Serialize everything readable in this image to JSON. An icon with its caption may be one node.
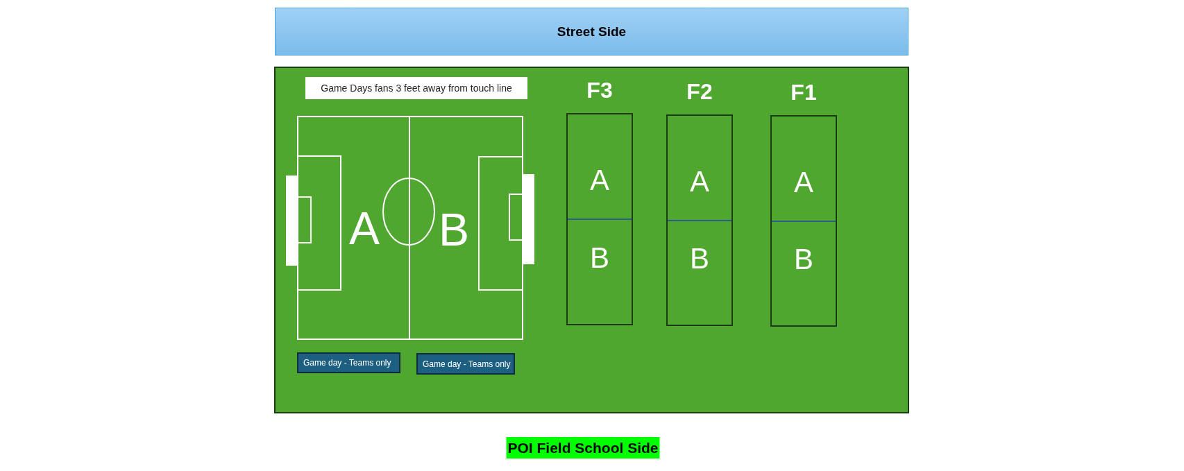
{
  "diagram": {
    "nodes": [
      {
        "text": [
          "Street Side"
        ]
      },
      {
        "text": [],
        "shape": "box"
      },
      {
        "text": [
          "Game Days fans 3 feet away from touch line"
        ],
        "in": 1
      },
      {
        "text": [
          "F3",
          "A",
          "B"
        ],
        "in": 1
      },
      {
        "text": [
          "F2",
          "A",
          "B"
        ],
        "in": 1
      },
      {
        "text": [
          "F1",
          "A",
          "B"
        ],
        "in": 1
      },
      {
        "text": [
          "A",
          "B"
        ],
        "in": 1
      },
      {
        "text": [
          "Game day - Teams only"
        ],
        "in": 1
      },
      {
        "text": [
          "Game day - Teams only"
        ],
        "in": 1
      }
    ],
    "labels": [
      "POI Field School Side"
    ]
  }
}
